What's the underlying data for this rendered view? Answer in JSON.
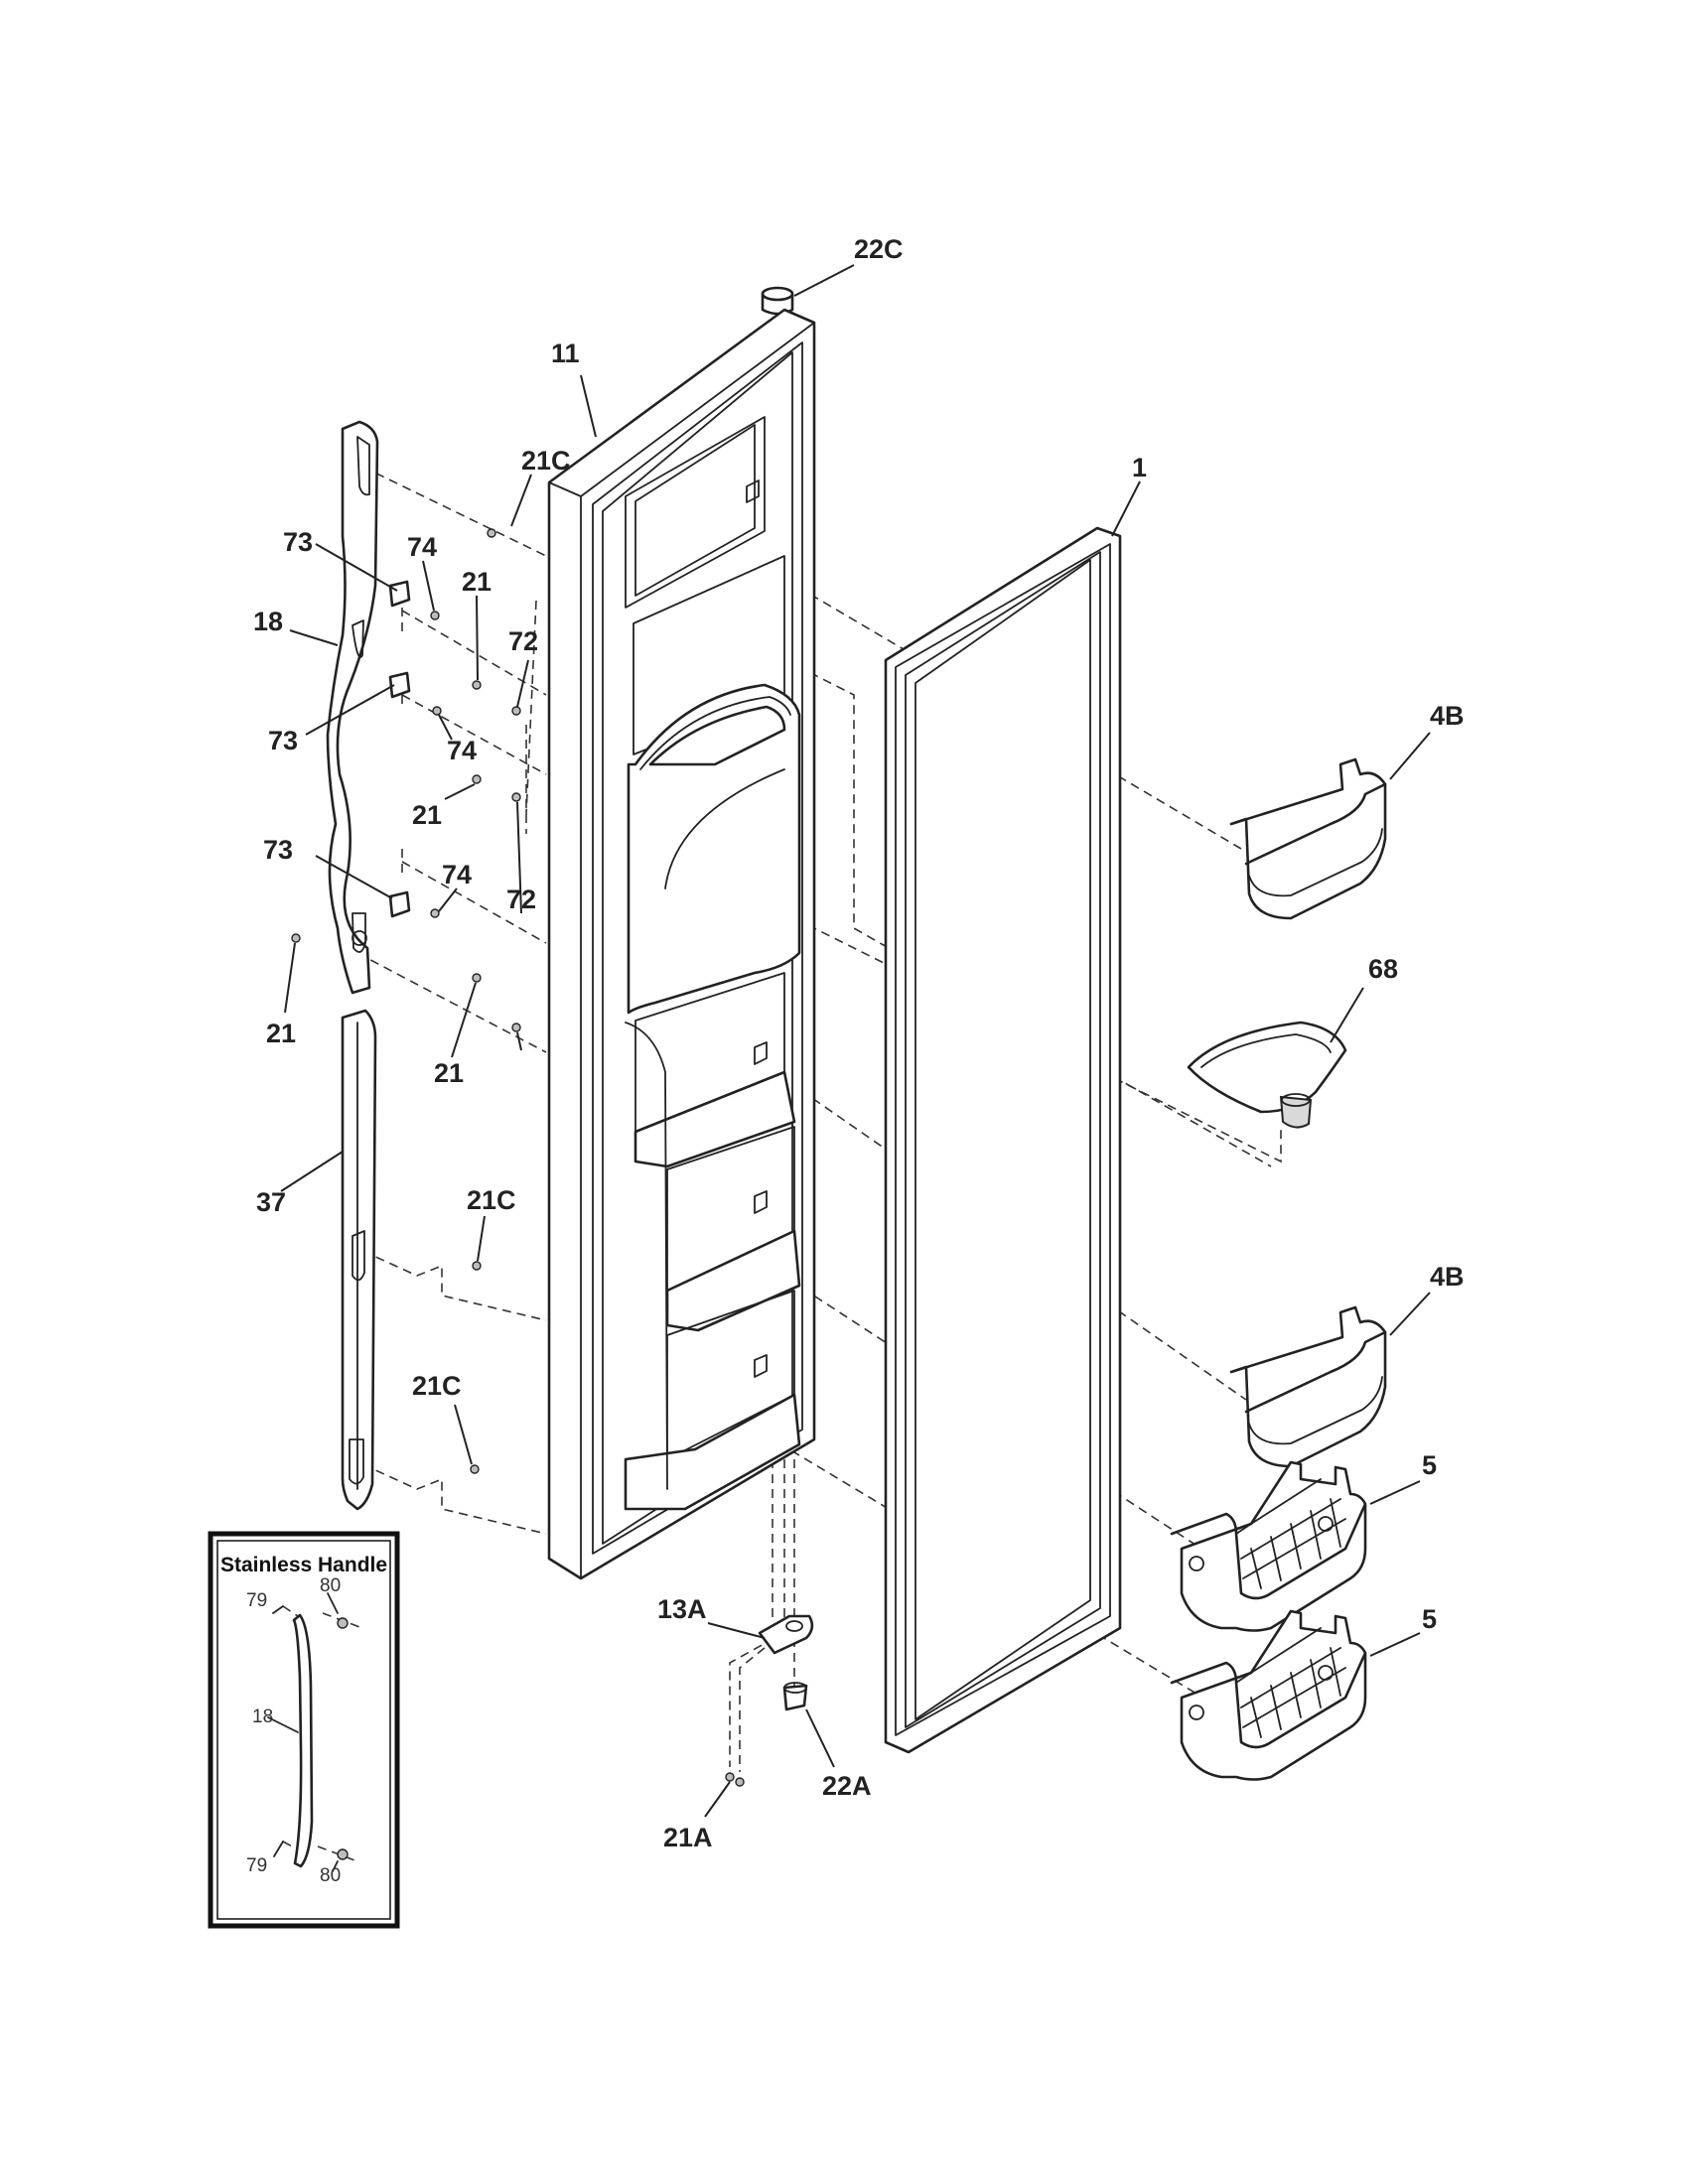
{
  "callouts": {
    "c22C": "22C",
    "c11": "11",
    "c21C_top": "21C",
    "c1": "1",
    "c73_a": "73",
    "c74_a": "74",
    "c18": "18",
    "c21_a": "21",
    "c72_a": "72",
    "c73_b": "73",
    "c74_b": "74",
    "c21_b": "21",
    "c4B_top": "4B",
    "c73_c": "73",
    "c74_c": "74",
    "c72_b": "72",
    "c68": "68",
    "c21_c": "21",
    "c21_d": "21",
    "c37": "37",
    "c21C_mid": "21C",
    "c4B_bottom": "4B",
    "c21C_low": "21C",
    "c5_top": "5",
    "c13A": "13A",
    "c5_bottom": "5",
    "c22A": "22A",
    "c21A": "21A"
  },
  "inset": {
    "title": "Stainless Handle",
    "c79_top": "79",
    "c80_top": "80",
    "c18": "18",
    "c79_bottom": "79",
    "c80_bottom": "80"
  }
}
